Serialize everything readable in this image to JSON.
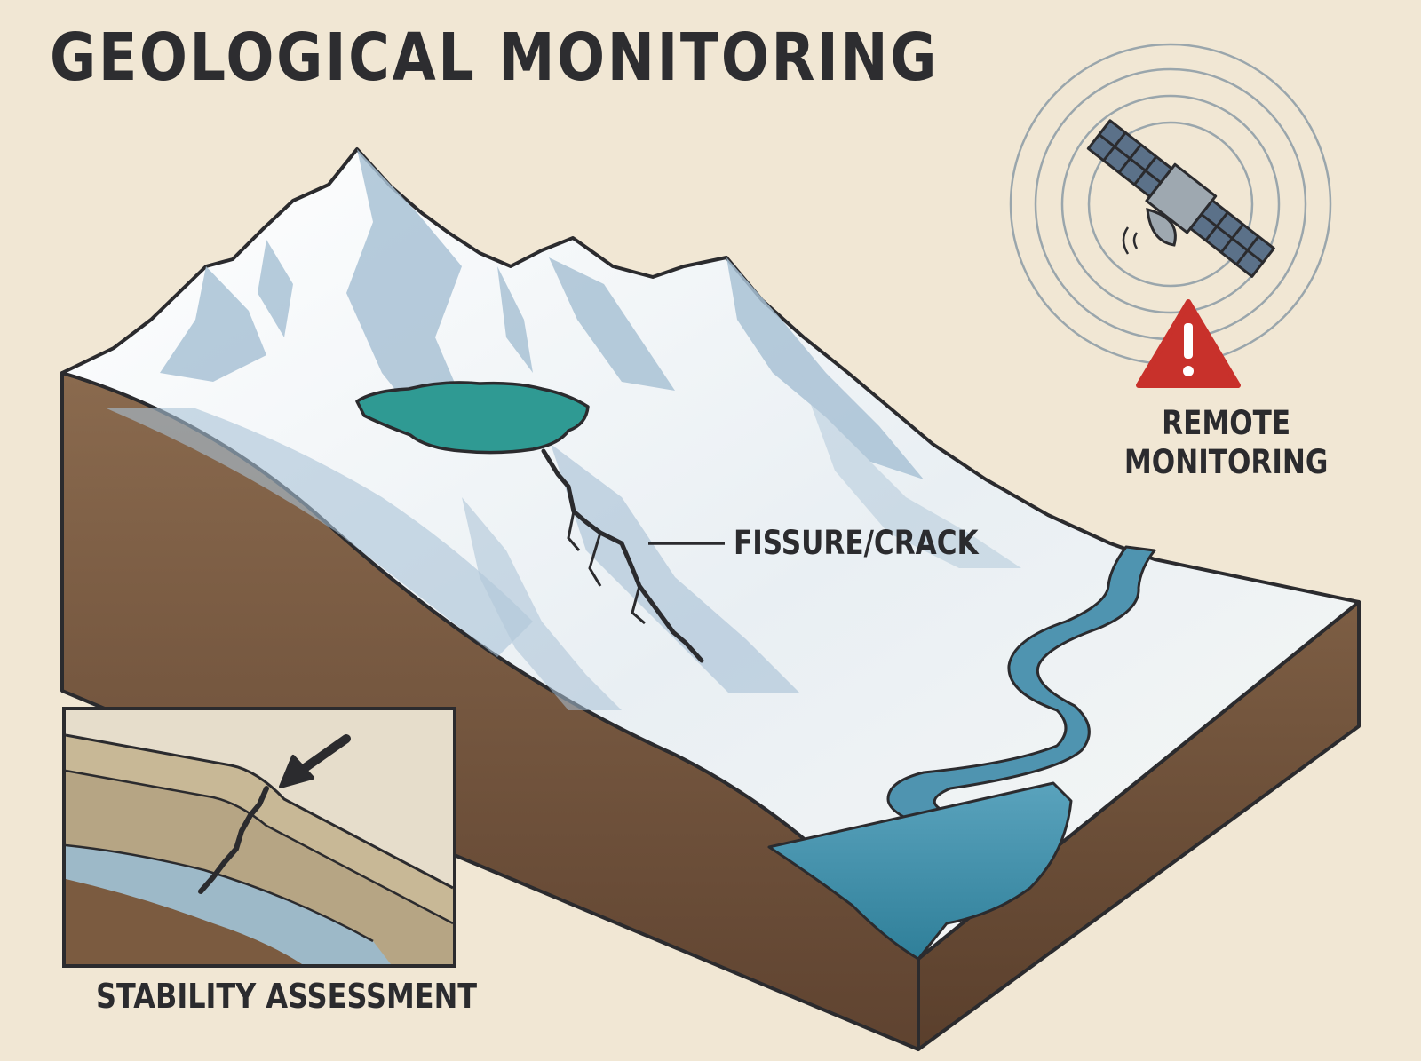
{
  "title": "GEOLOGICAL MONITORING",
  "labels": {
    "fissure": "FISSURE/CRACK",
    "remote_line1": "REMOTE",
    "remote_line2": "MONITORING",
    "stability": "STABILITY ASSESSMENT"
  },
  "icons": [
    "satellite-icon",
    "satellite-dish-icon",
    "warning-icon",
    "arrow-icon"
  ],
  "colors": {
    "background": "#f1e7d4",
    "snow": "#f7f8f7",
    "ice_shadow": "#a9c2d5",
    "rock": "#7a5c43",
    "lake": "#2f9a93",
    "river": "#4f94b0",
    "warning": "#c8312b",
    "ink": "#2d2d30"
  }
}
